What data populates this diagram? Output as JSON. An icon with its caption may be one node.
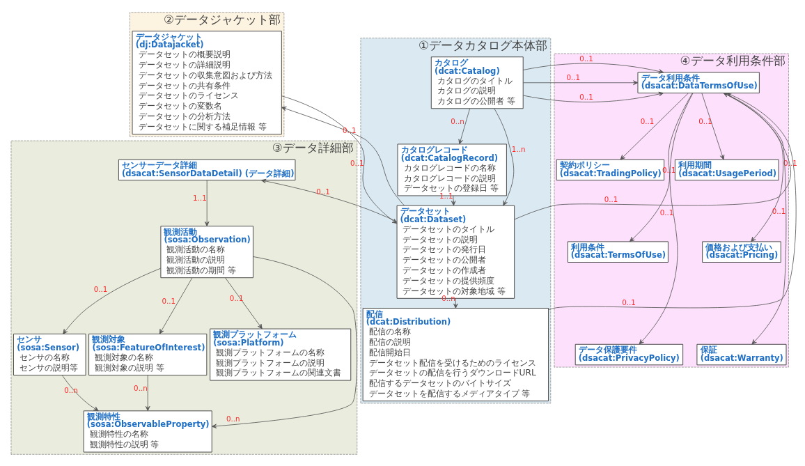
{
  "diagram": {
    "nodes": [
      {
        "text": [
          "②データジャケット部"
        ]
      },
      {
        "text": [
          "データジャケット (dj:Datajacket)",
          "データセットの概要説明",
          "データセットの詳細説明",
          "データセットの収集意図および方法",
          "データセットの共有条件",
          "データセットのライセンス",
          "データセットの変数名",
          "データセットの分析方法",
          "データセットに関する補足情報 等"
        ],
        "in": 0
      },
      {
        "text": [
          "③データ詳細部"
        ]
      },
      {
        "text": [
          "センサーデータ詳細 (dsacat:SensorDataDetail) (データ詳細)"
        ],
        "in": 2
      },
      {
        "text": [
          "観測活動 (sosa:Observation)",
          "観測活動の名称",
          "観測活動の説明",
          "観測活動の期間 等"
        ],
        "in": 2
      },
      {
        "text": [
          "センサ (sosa:Sensor)",
          "センサの名称",
          "センサの説明等"
        ],
        "in": 2
      },
      {
        "text": [
          "観測対象 (sosa:FeatureOfInterest)",
          "観測対象の名称",
          "観測対象の説明 等"
        ],
        "in": 2
      },
      {
        "text": [
          "観測プラットフォーム (sosa:Platform)",
          "観測プラットフォームの名称",
          "観測プラットフォームの説明",
          "観測プラットフォームの関連文書"
        ],
        "in": 2
      },
      {
        "text": [
          "観測特性 (sosa:ObservableProperty)",
          "観測特性の名称",
          "観測特性の説明 等"
        ],
        "in": 2
      },
      {
        "text": [
          "①データカタログ本体部"
        ]
      },
      {
        "text": [
          "カタログ (dcat:Catalog)",
          "カタログのタイトル",
          "カタログの説明",
          "カタログの公開者 等"
        ],
        "in": 9
      },
      {
        "text": [
          "カタログレコード (dcat:CatalogRecord)",
          "カタログレコードの名称",
          "カタログレコードの説明",
          "データセットの登録日 等"
        ],
        "in": 9
      },
      {
        "text": [
          "データセット (dcat:Dataset)",
          "データセットのタイトル",
          "データセットの説明",
          "データセットの発行日",
          "データセットの公開者",
          "データセットの作成者",
          "データセットの提供頻度",
          "データセットの対象地域 等"
        ],
        "in": 9
      },
      {
        "text": [
          "配信 (dcat:Distribution)",
          "配信の名称",
          "配信の説明",
          "配信開始日",
          "データセット配信を受けるためのライセンス",
          "データセットの配信を行うダウンロードURL",
          "配信するデータセットのバイトサイズ",
          "データセットを配信するメディアタイプ 等"
        ],
        "in": 9
      },
      {
        "text": [
          "④データ利用条件部"
        ]
      },
      {
        "text": [
          "データ利用条件 (dsacat:DataTermsOfUse)"
        ],
        "in": 14
      },
      {
        "text": [
          "契約ポリシー (dsacat:TradingPolicy)"
        ],
        "in": 14
      },
      {
        "text": [
          "利用条件 (dsacat:TermsOfUse)"
        ],
        "in": 14
      },
      {
        "text": [
          "データ保護要件 (dsacat:PrivacyPolicy)"
        ],
        "in": 14
      },
      {
        "text": [
          "利用期間 (dsacat:UsagePeriod)"
        ],
        "in": 14
      },
      {
        "text": [
          "価格および支払い (dsacat:Pricing)"
        ],
        "in": 14
      },
      {
        "text": [
          "保証 (dsacat:Warranty)"
        ],
        "in": 14
      }
    ],
    "edges": [
      {
        "from": 12,
        "to": 1,
        "arrow": "to",
        "label": "0..1"
      },
      {
        "from": 1,
        "to": 12,
        "arrow": "to",
        "label": "0..1"
      },
      {
        "from": 10,
        "to": 15,
        "arrow": "to",
        "label": "0..1"
      },
      {
        "from": 10,
        "to": 15,
        "arrow": "to",
        "label": "0..1"
      },
      {
        "from": 10,
        "to": 15,
        "arrow": "to",
        "label": "0..1"
      },
      {
        "from": 10,
        "to": 12,
        "arrow": "to",
        "label": "1..n"
      },
      {
        "from": 10,
        "to": 11,
        "arrow": "to",
        "label": "0..n"
      },
      {
        "from": 11,
        "to": 12,
        "arrow": "to",
        "label": "1..1"
      },
      {
        "from": 12,
        "to": 3,
        "arrow": "to",
        "label": "0..1"
      },
      {
        "from": 12,
        "to": 15,
        "arrow": "to",
        "label": "0..1"
      },
      {
        "from": 12,
        "to": 13,
        "arrow": "to",
        "label": "0..n"
      },
      {
        "from": 13,
        "to": 15,
        "arrow": "to",
        "label": "0..1"
      },
      {
        "from": 3,
        "to": 4,
        "arrow": "to",
        "label": "1..1"
      },
      {
        "from": 4,
        "to": 5,
        "arrow": "to",
        "label": "0..1"
      },
      {
        "from": 4,
        "to": 8,
        "arrow": "to",
        "label": "0..n"
      },
      {
        "from": 4,
        "to": 6,
        "arrow": "to",
        "label": "0..1"
      },
      {
        "from": 4,
        "to": 7,
        "arrow": "to",
        "label": "0..1"
      },
      {
        "from": 5,
        "to": 8,
        "arrow": "to",
        "label": "0..n"
      },
      {
        "from": 6,
        "to": 8,
        "arrow": "to",
        "label": "0..n"
      },
      {
        "from": 15,
        "to": 21,
        "arrow": "to",
        "label": "0..1"
      },
      {
        "from": 15,
        "to": 20,
        "arrow": "to",
        "label": "0..1"
      },
      {
        "from": 15,
        "to": 19,
        "arrow": "to",
        "label": "0..1"
      },
      {
        "from": 15,
        "to": 18,
        "arrow": "to",
        "label": "0..1"
      },
      {
        "from": 15,
        "to": 17,
        "arrow": "to",
        "label": "0..1"
      },
      {
        "from": 15,
        "to": 16,
        "arrow": "to",
        "label": "0..1"
      }
    ]
  }
}
